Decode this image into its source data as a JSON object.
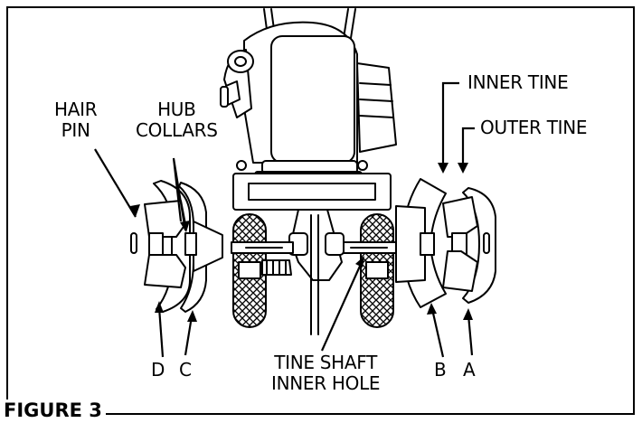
{
  "figure_title": "FIGURE 3",
  "labels": {
    "hair_pin_1": "HAIR",
    "hair_pin_2": "PIN",
    "hub_collars_1": "HUB",
    "hub_collars_2": "COLLARS",
    "inner_tine": "INNER TINE",
    "outer_tine": "OUTER TINE",
    "tine_shaft_1": "TINE SHAFT",
    "tine_shaft_2": "INNER HOLE",
    "a": "A",
    "b": "B",
    "c": "C",
    "d": "D"
  }
}
